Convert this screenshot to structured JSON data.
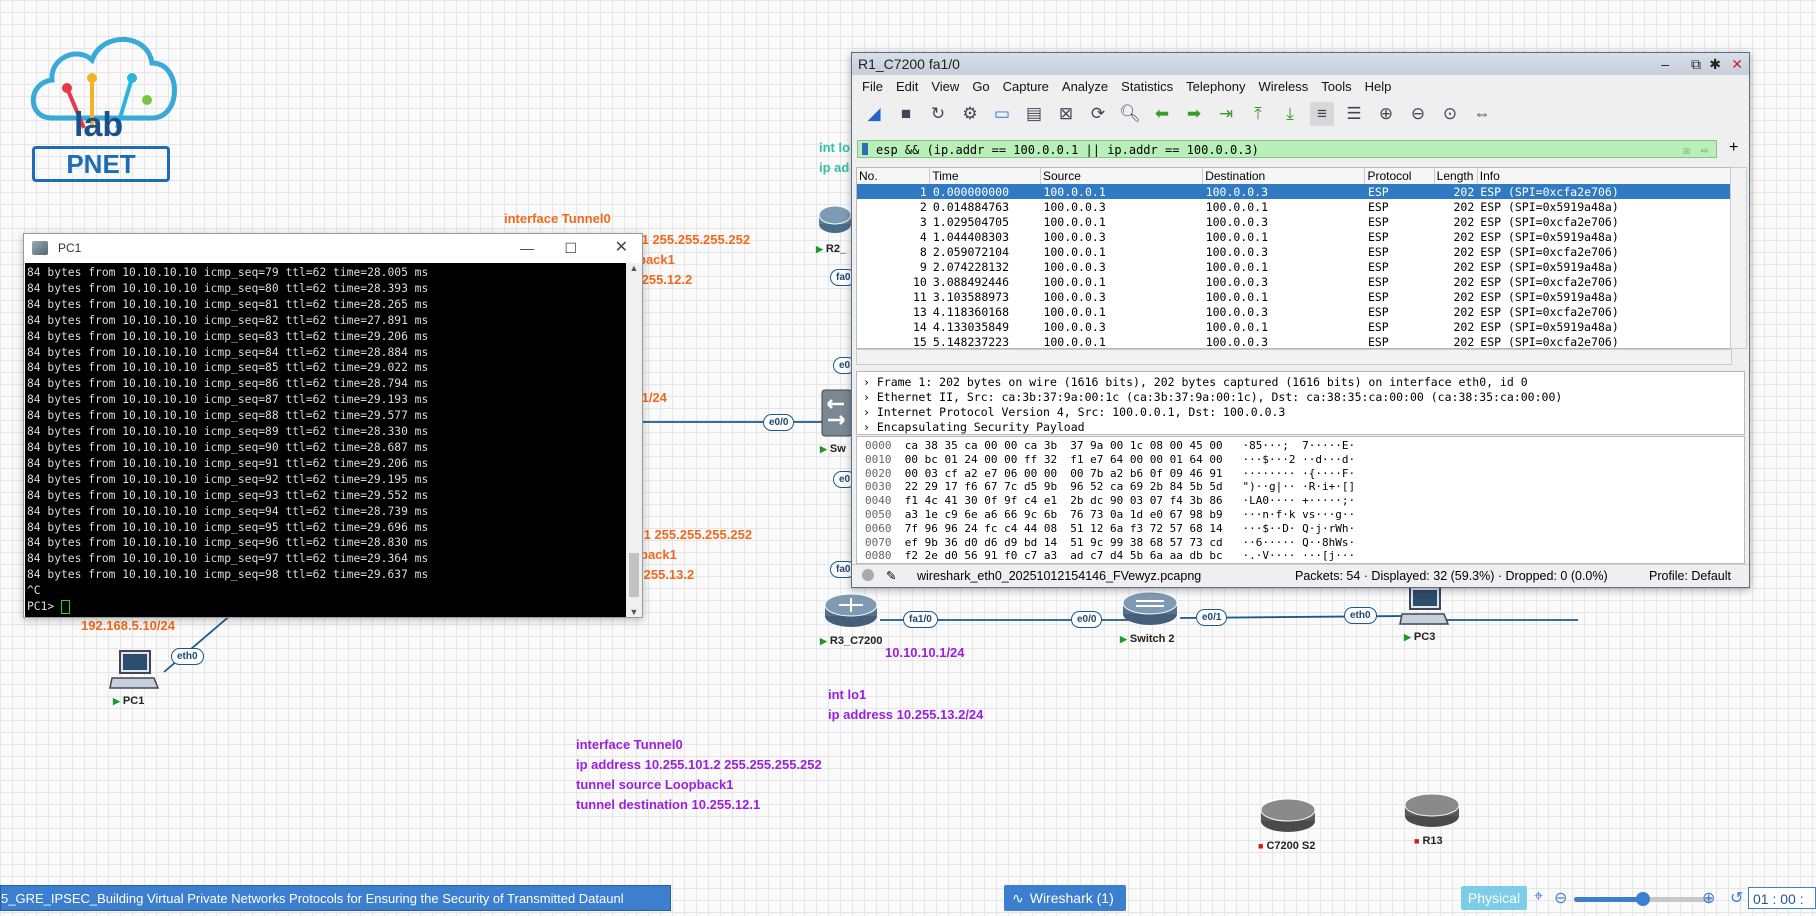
{
  "canvas": {
    "labels": {
      "tunnel0_top": "interface Tunnel0",
      "r1_tunnel_ip": ".1 255.255.255.252",
      "r1_back1": "back1",
      "r1_dest1": ".255.12.2",
      "r1_ip24": ".1/24",
      "r1_tunnel2_ip": ".1 255.255.255.252",
      "r1_back2": "back1",
      "r1_dest2": ".255.13.2",
      "int_lo_top": "int lo",
      "ip_ad_top": "ip ad",
      "pc1_ip": "192.168.5.10/24",
      "r3_ip": "10.10.10.1/24",
      "lo1_a": "int lo1",
      "lo1_b": "ip address 10.255.13.2/24",
      "cfg1": "interface Tunnel0",
      "cfg2": "ip address 10.255.101.2 255.255.255.252",
      "cfg3": "tunnel source Loopback1",
      "cfg4": "tunnel destination 10.255.12.1"
    },
    "logo": {
      "text": "PNET",
      "sub": "lab"
    },
    "nodes": {
      "pc1": "PC1",
      "r2": "R2_",
      "sw": "Sw",
      "r3": "R3_C7200",
      "switch2": "Switch 2",
      "pc3": "PC3",
      "c7200s2": "C7200 S2",
      "r13": "R13"
    },
    "ports": {
      "pc1_eth0": "eth0",
      "e00_left": "e0/0",
      "fa0a": "fa0",
      "e0a": "e0",
      "e0b": "e0",
      "fa0b": "fa0",
      "r3_fa10": "fa1/0",
      "sw2_e00": "e0/0",
      "sw2_e01": "e0/1",
      "pc3_eth0": "eth0"
    }
  },
  "pc1_window": {
    "title": "PC1",
    "lines": [
      "84 bytes from 10.10.10.10 icmp_seq=79 ttl=62 time=28.005 ms",
      "84 bytes from 10.10.10.10 icmp_seq=80 ttl=62 time=28.393 ms",
      "84 bytes from 10.10.10.10 icmp_seq=81 ttl=62 time=28.265 ms",
      "84 bytes from 10.10.10.10 icmp_seq=82 ttl=62 time=27.891 ms",
      "84 bytes from 10.10.10.10 icmp_seq=83 ttl=62 time=29.206 ms",
      "84 bytes from 10.10.10.10 icmp_seq=84 ttl=62 time=28.884 ms",
      "84 bytes from 10.10.10.10 icmp_seq=85 ttl=62 time=29.022 ms",
      "84 bytes from 10.10.10.10 icmp_seq=86 ttl=62 time=28.794 ms",
      "84 bytes from 10.10.10.10 icmp_seq=87 ttl=62 time=29.193 ms",
      "84 bytes from 10.10.10.10 icmp_seq=88 ttl=62 time=29.577 ms",
      "84 bytes from 10.10.10.10 icmp_seq=89 ttl=62 time=28.330 ms",
      "84 bytes from 10.10.10.10 icmp_seq=90 ttl=62 time=28.687 ms",
      "84 bytes from 10.10.10.10 icmp_seq=91 ttl=62 time=29.206 ms",
      "84 bytes from 10.10.10.10 icmp_seq=92 ttl=62 time=29.195 ms",
      "84 bytes from 10.10.10.10 icmp_seq=93 ttl=62 time=29.552 ms",
      "84 bytes from 10.10.10.10 icmp_seq=94 ttl=62 time=28.739 ms",
      "84 bytes from 10.10.10.10 icmp_seq=95 ttl=62 time=29.696 ms",
      "84 bytes from 10.10.10.10 icmp_seq=96 ttl=62 time=28.830 ms",
      "84 bytes from 10.10.10.10 icmp_seq=97 ttl=62 time=29.364 ms",
      "84 bytes from 10.10.10.10 icmp_seq=98 ttl=62 time=29.637 ms",
      "^C"
    ],
    "prompt": "PC1> "
  },
  "wireshark": {
    "title": "R1_C7200 fa1/0",
    "menu": [
      "File",
      "Edit",
      "View",
      "Go",
      "Capture",
      "Analyze",
      "Statistics",
      "Telephony",
      "Wireless",
      "Tools",
      "Help"
    ],
    "filter": "esp && (ip.addr == 100.0.0.1 || ip.addr == 100.0.0.3)",
    "columns": [
      "No.",
      "Time",
      "Source",
      "Destination",
      "Protocol",
      "Length",
      "Info"
    ],
    "packets": [
      [
        "1",
        "0.000000000",
        "100.0.0.1",
        "100.0.0.3",
        "ESP",
        "202",
        "ESP (SPI=0xcfa2e706)"
      ],
      [
        "2",
        "0.014884763",
        "100.0.0.3",
        "100.0.0.1",
        "ESP",
        "202",
        "ESP (SPI=0x5919a48a)"
      ],
      [
        "3",
        "1.029504705",
        "100.0.0.1",
        "100.0.0.3",
        "ESP",
        "202",
        "ESP (SPI=0xcfa2e706)"
      ],
      [
        "4",
        "1.044408303",
        "100.0.0.3",
        "100.0.0.1",
        "ESP",
        "202",
        "ESP (SPI=0x5919a48a)"
      ],
      [
        "8",
        "2.059072104",
        "100.0.0.1",
        "100.0.0.3",
        "ESP",
        "202",
        "ESP (SPI=0xcfa2e706)"
      ],
      [
        "9",
        "2.074228132",
        "100.0.0.3",
        "100.0.0.1",
        "ESP",
        "202",
        "ESP (SPI=0x5919a48a)"
      ],
      [
        "10",
        "3.088492446",
        "100.0.0.1",
        "100.0.0.3",
        "ESP",
        "202",
        "ESP (SPI=0xcfa2e706)"
      ],
      [
        "11",
        "3.103588973",
        "100.0.0.3",
        "100.0.0.1",
        "ESP",
        "202",
        "ESP (SPI=0x5919a48a)"
      ],
      [
        "13",
        "4.118360168",
        "100.0.0.1",
        "100.0.0.3",
        "ESP",
        "202",
        "ESP (SPI=0xcfa2e706)"
      ],
      [
        "14",
        "4.133035849",
        "100.0.0.3",
        "100.0.0.1",
        "ESP",
        "202",
        "ESP (SPI=0x5919a48a)"
      ],
      [
        "15",
        "5.148237223",
        "100.0.0.1",
        "100.0.0.3",
        "ESP",
        "202",
        "ESP (SPI=0xcfa2e706)"
      ]
    ],
    "details": [
      "Frame 1: 202 bytes on wire (1616 bits), 202 bytes captured (1616 bits) on interface eth0, id 0",
      "Ethernet II, Src: ca:3b:37:9a:00:1c (ca:3b:37:9a:00:1c), Dst: ca:38:35:ca:00:00 (ca:38:35:ca:00:00)",
      "Internet Protocol Version 4, Src: 100.0.0.1, Dst: 100.0.0.3",
      "Encapsulating Security Payload"
    ],
    "bytes": [
      [
        "0000",
        "ca 38 35 ca 00 00 ca 3b  37 9a 00 1c 08 00 45 00",
        "·85···;  7·····E·"
      ],
      [
        "0010",
        "00 bc 01 24 00 00 ff 32  f1 e7 64 00 00 01 64 00",
        "···$···2 ··d···d·"
      ],
      [
        "0020",
        "00 03 cf a2 e7 06 00 00  00 7b a2 b6 0f 09 46 91",
        "········ ·{····F·"
      ],
      [
        "0030",
        "22 29 17 f6 67 7c d5 9b  96 52 ca 69 2b 84 5b 5d",
        "\")··g|·· ·R·i+·[]"
      ],
      [
        "0040",
        "f1 4c 41 30 0f 9f c4 e1  2b dc 90 03 07 f4 3b 86",
        "·LA0···· +·····;·"
      ],
      [
        "0050",
        "a3 1e c9 6e a6 66 9c 6b  76 73 0a 1d e0 67 98 b9",
        "···n·f·k vs···g··"
      ],
      [
        "0060",
        "7f 96 96 24 fc c4 44 08  51 12 6a f3 72 57 68 14",
        "···$··D· Q·j·rWh·"
      ],
      [
        "0070",
        "ef 9b 36 d0 d6 d9 bd 14  51 9c 99 38 68 57 73 cd",
        "··6····· Q··8hWs·"
      ],
      [
        "0080",
        "f2 2e d0 56 91 f0 c7 a3  ad c7 d4 5b 6a aa db bc",
        "·.·V···· ···[j···"
      ]
    ],
    "status": {
      "file": "wireshark_eth0_20251012154146_FVewyz.pcapng",
      "counts": "Packets: 54 · Displayed: 32 (59.3%) · Dropped: 0 (0.0%)",
      "profile": "Profile: Default"
    }
  },
  "bottombar": {
    "lab_title": "5_GRE_IPSEC_Building Virtual Private Networks Protocols for Ensuring the Security of Transmitted Dataunl",
    "ws_button": "Wireshark (1)",
    "physical": "Physical",
    "time": "01 : 00 :",
    "zoom_level": 0.5
  },
  "colors": {
    "accent": "#3d7fcf",
    "link": "#1a5a8a",
    "orange": "#f06a1e",
    "purple": "#9b1fe0"
  }
}
